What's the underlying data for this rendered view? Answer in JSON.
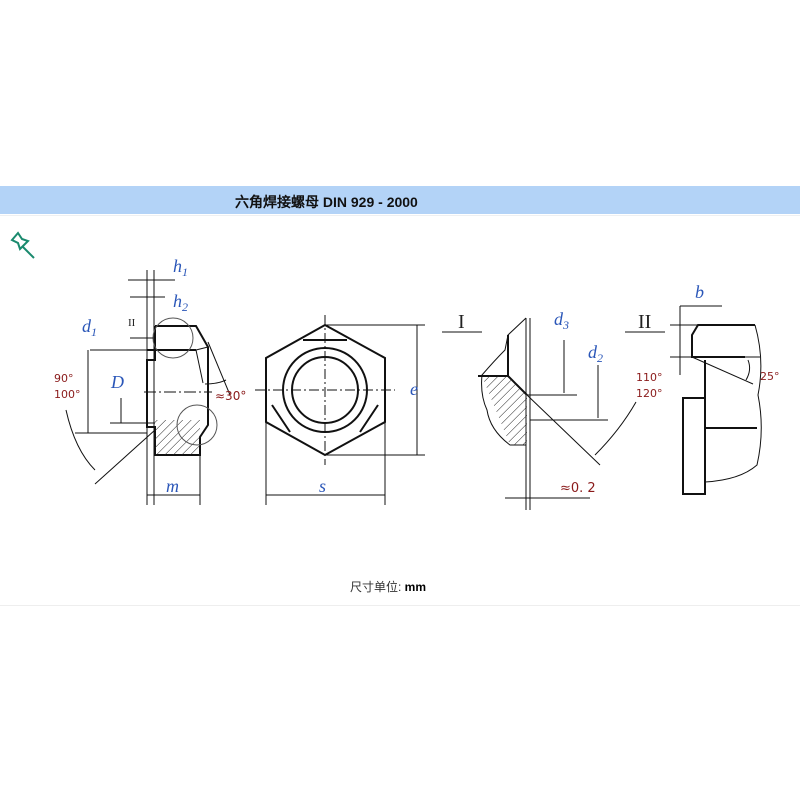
{
  "header": {
    "title": "六角焊接螺母 DIN 929 - 2000"
  },
  "icons": {
    "pin": "pushpin-icon",
    "pin_color": "#1a8a6e"
  },
  "drawing": {
    "labels": {
      "h1": "h",
      "h1_sub": "1",
      "h2": "h",
      "h2_sub": "2",
      "d1": "d",
      "d1_sub": "1",
      "D": "D",
      "m": "m",
      "s": "s",
      "e": "e",
      "d3": "d",
      "d3_sub": "3",
      "d2": "d",
      "d2_sub": "2",
      "b": "b",
      "detail_I": "I",
      "detail_II": "II",
      "detail_II_small": "II"
    },
    "angles": {
      "a90": "90°",
      "a100": "100°",
      "a30": "≈30°",
      "a110": "110°",
      "a120": "120°",
      "gap": "≈0. 2",
      "a25": "25°"
    }
  },
  "footer": {
    "unit_label": "尺寸单位: ",
    "unit_value": "mm"
  }
}
